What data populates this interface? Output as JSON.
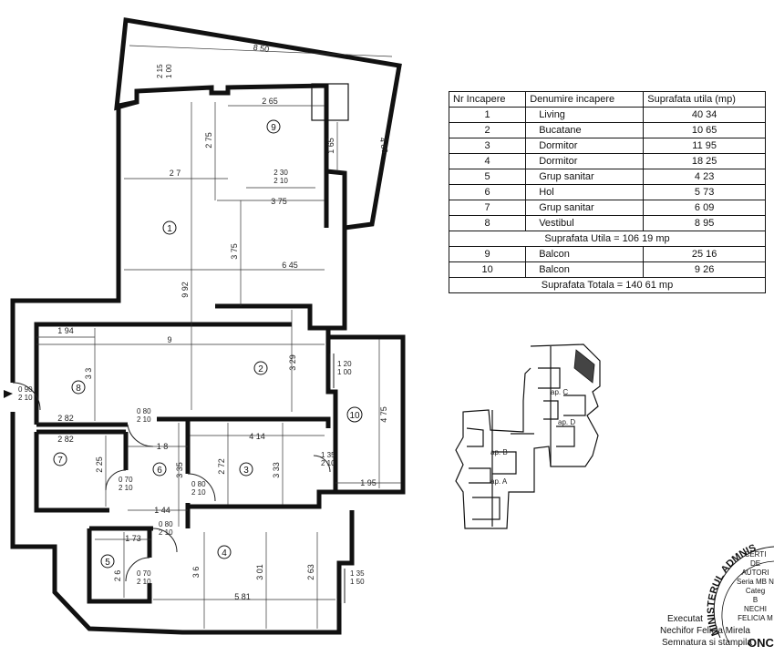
{
  "table": {
    "headers": [
      "Nr  Incapere",
      "Denumire incapere",
      "Suprafata utila (mp)"
    ],
    "rows": [
      {
        "nr": "1",
        "name": "Living",
        "area": "40 34"
      },
      {
        "nr": "2",
        "name": "Bucatane",
        "area": "10 65"
      },
      {
        "nr": "3",
        "name": "Dormitor",
        "area": "11 95"
      },
      {
        "nr": "4",
        "name": "Dormitor",
        "area": "18 25"
      },
      {
        "nr": "5",
        "name": "Grup sanitar",
        "area": "4 23"
      },
      {
        "nr": "6",
        "name": "Hol",
        "area": "5 73"
      },
      {
        "nr": "7",
        "name": "Grup sanitar",
        "area": "6 09"
      },
      {
        "nr": "8",
        "name": "Vestibul",
        "area": "8 95"
      }
    ],
    "subtotal": "Suprafata Utila =  106 19 mp",
    "balcony_rows": [
      {
        "nr": "9",
        "name": "Balcon",
        "area": "25 16"
      },
      {
        "nr": "10",
        "name": "Balcon",
        "area": "9 26"
      }
    ],
    "total": "Suprafata Totala =  140 61 mp"
  },
  "plan": {
    "room_labels": [
      "1",
      "2",
      "3",
      "4",
      "5",
      "6",
      "7",
      "8",
      "9",
      "10"
    ],
    "dimensions": {
      "d_850": "8 50",
      "d_215": "2 15",
      "d_100a": "1 00",
      "d_265": "2 65",
      "d_275": "2 75",
      "d_165": "1 65",
      "d_489": "4 89",
      "d_27": "2 7",
      "d_230": "2 30",
      "d_210a": "2 10",
      "d_375a": "3 75",
      "d_375b": "3 75",
      "d_645": "6 45",
      "d_992": "9 92",
      "d_194": "1 94",
      "d_9": "9",
      "d_33a": "3 3",
      "d_329": "3 29",
      "d_120": "1 20",
      "d_100b": "1 00",
      "d_475": "4 75",
      "d_090": "0 90",
      "d_210b": "2 10",
      "d_282a": "2 82",
      "d_080a": "0 80",
      "d_210c": "2 10",
      "d_414": "4 14",
      "d_282b": "2 82",
      "d_18": "1 8",
      "d_225": "2 25",
      "d_335": "3 35",
      "d_272": "2 72",
      "d_333": "3 33",
      "d_135a": "1 35",
      "d_210d": "2 10",
      "d_195": "1 95",
      "d_070a": "0 70",
      "d_210e": "2 10",
      "d_080b": "0 80",
      "d_210f": "2 10",
      "d_144": "1 44",
      "d_080c": "0 80",
      "d_210g": "2 10",
      "d_173": "1 73",
      "d_26": "2 6",
      "d_36": "3 6",
      "d_301": "3 01",
      "d_263": "2 63",
      "d_135b": "1 35",
      "d_150": "1 50",
      "d_070b": "0 70",
      "d_210h": "2 10",
      "d_581": "5 81"
    },
    "locator_labels": [
      "ap. C",
      "ap. D",
      "ap. B",
      "ap. A"
    ]
  },
  "stamp": {
    "line1": "Executat",
    "line2": "Nechifor Felicia Mirela",
    "line3": "Semnatura si stampila",
    "right": [
      "CERTI",
      "DE",
      "AUTORI",
      "Seria MB N",
      "Categ",
      "B",
      "NECHI",
      "FELICIA M"
    ],
    "arc_text": "MINISTERUL ADMNIS",
    "corner": "ONC"
  }
}
